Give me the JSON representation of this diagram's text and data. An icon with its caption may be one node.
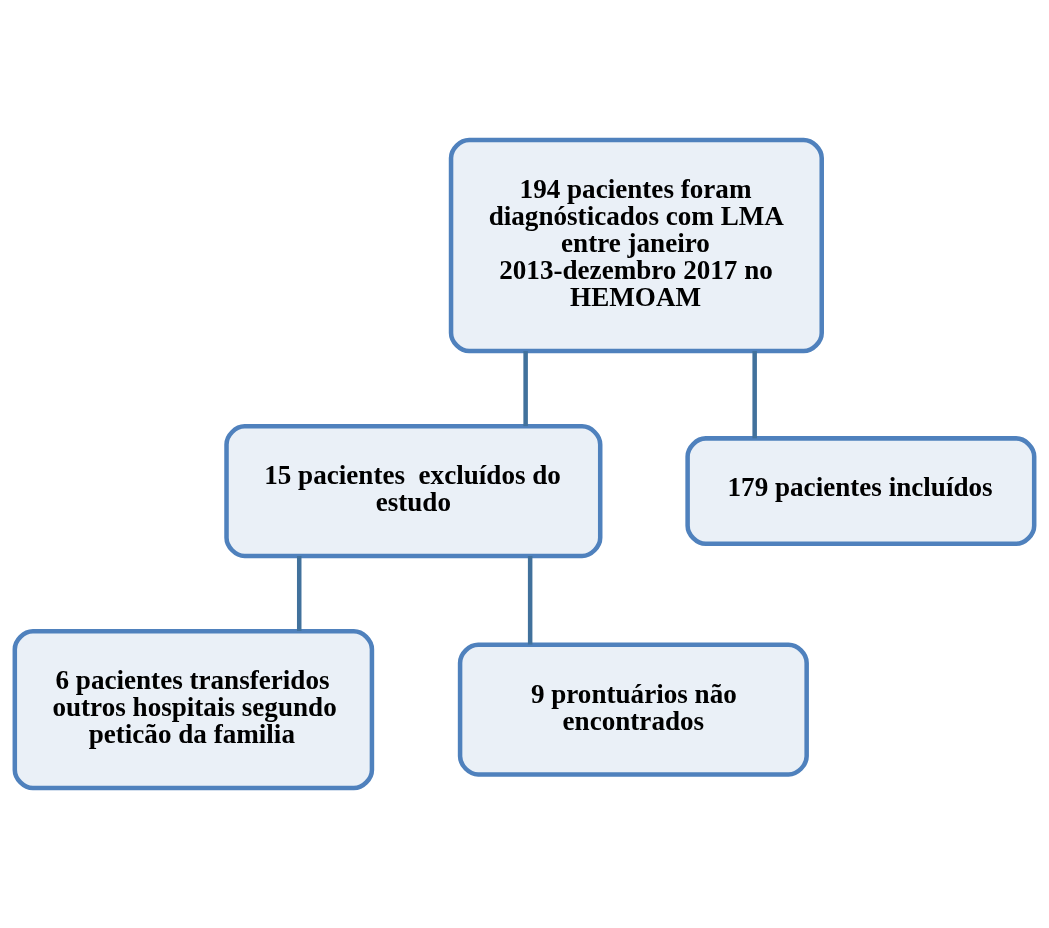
{
  "diagram": {
    "nodes": [
      {
        "text": [
          "194 pacientes foram diagnósticados com LMA entre janeiro 2013-dezembro 2017 no HEMOAM"
        ]
      },
      {
        "text": [
          "15 pacientes  excluídos do estudo"
        ]
      },
      {
        "text": [
          "179 pacientes incluídos"
        ]
      },
      {
        "text": [
          "6 pacientes transferidos outros hospitais segundo peticão da familia"
        ]
      },
      {
        "text": [
          "9 prontuários não encontrados"
        ]
      }
    ],
    "edges": [
      {
        "from": 0,
        "to": 1,
        "arrow": "none"
      },
      {
        "from": 0,
        "to": 2,
        "arrow": "none"
      },
      {
        "from": 1,
        "to": 3,
        "arrow": "none"
      },
      {
        "from": 1,
        "to": 4,
        "arrow": "none"
      }
    ]
  }
}
